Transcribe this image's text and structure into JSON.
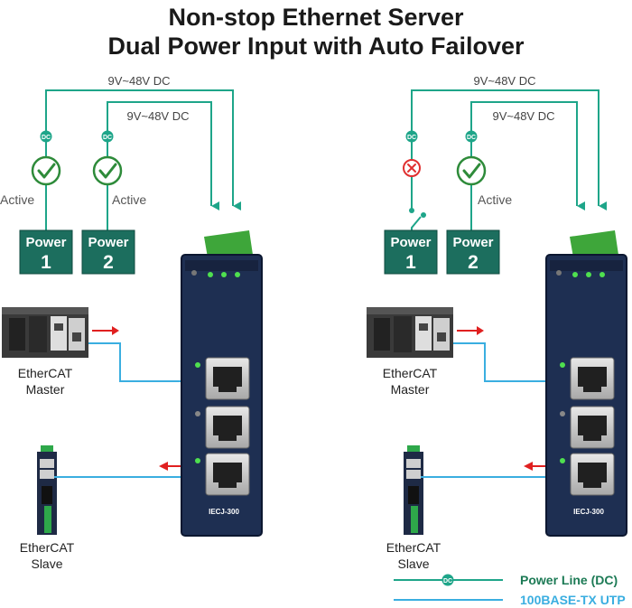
{
  "title": {
    "line1": "Non-stop Ethernet Server",
    "line2": "Dual Power Input with Auto Failover"
  },
  "left_panel": {
    "voltage_outer": "9V~48V DC",
    "voltage_inner": "9V~48V DC",
    "dc_badge_1": "DC",
    "dc_badge_2": "DC",
    "status_1": "Active",
    "status_2": "Active",
    "power_1_word": "Power",
    "power_1_num": "1",
    "power_2_word": "Power",
    "power_2_num": "2",
    "master_line1": "EtherCAT",
    "master_line2": "Master",
    "slave_line1": "EtherCAT",
    "slave_line2": "Slave",
    "device_label": "IECJ-300"
  },
  "right_panel": {
    "voltage_outer": "9V~48V DC",
    "voltage_inner": "9V~48V DC",
    "dc_badge_1": "DC",
    "dc_badge_2": "DC",
    "status_2": "Active",
    "power_1_word": "Power",
    "power_1_num": "1",
    "power_2_word": "Power",
    "power_2_num": "2",
    "master_line1": "EtherCAT",
    "master_line2": "Master",
    "slave_line1": "EtherCAT",
    "slave_line2": "Slave",
    "device_label": "IECJ-300"
  },
  "legend": {
    "dc_badge": "DC",
    "power_line": "Power Line (DC)",
    "utp_line": "100BASE-TX UTP"
  },
  "colors": {
    "power_line": "#1ea589",
    "utp_line": "#3aaee0",
    "ok_green": "#2e8b3a",
    "fail_red": "#e03030",
    "power_box": "#1c6e5e",
    "device_body": "#1e2f52",
    "arrow_red": "#e02020"
  }
}
